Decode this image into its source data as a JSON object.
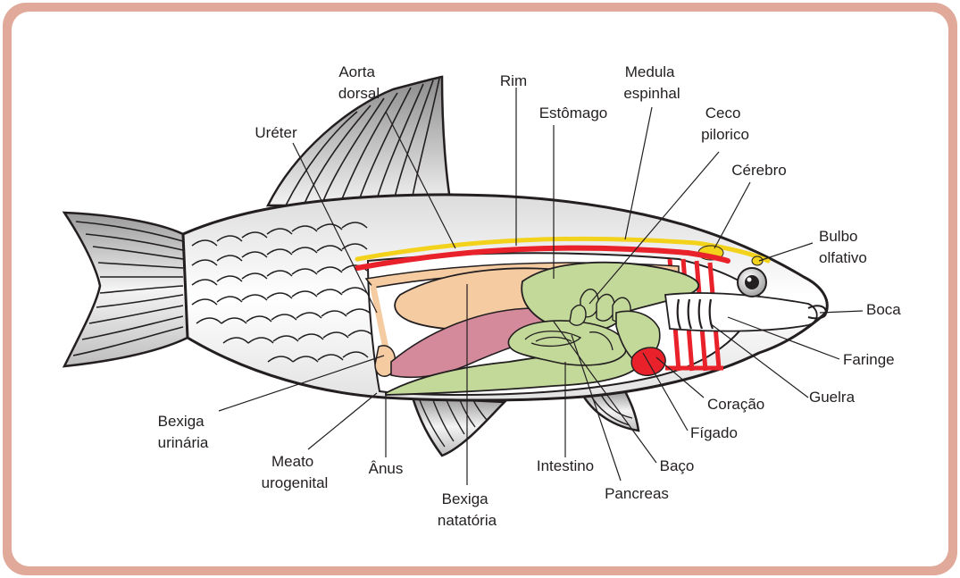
{
  "labels": {
    "aorta_dorsal": [
      "Aorta",
      "dorsal"
    ],
    "rim": "Rim",
    "medula_espinhal": [
      "Medula",
      "espinhal"
    ],
    "ureter": "Uréter",
    "estomago": "Estômago",
    "ceco_pilorico": [
      "Ceco",
      "pilorico"
    ],
    "cerebro": "Cérebro",
    "bulbo_olfativo": [
      "Bulbo",
      "olfativo"
    ],
    "boca": "Boca",
    "faringe": "Faringe",
    "guelra": "Guelra",
    "coracao": "Coração",
    "figado": "Fígado",
    "baco": "Baço",
    "intestino": "Intestino",
    "pancreas": "Pancreas",
    "bexiga_natatoria": [
      "Bexiga",
      "natatória"
    ],
    "anus": "Ânus",
    "meato_urogenital": [
      "Meato",
      "urogenital"
    ],
    "bexiga_urinaria": [
      "Bexiga",
      "urinária"
    ]
  },
  "colors": {
    "frame": "#e0a99a",
    "body_fill": "#ececec",
    "outline": "#231f20",
    "aorta": "#e8212a",
    "spinal_cord": "#f2d21b",
    "digestive": "#c3d99a",
    "swim_bladder": "#f5cba1",
    "spleen": "#d48a9a",
    "kidney": "#f5cba1",
    "heart": "#e8212a"
  }
}
